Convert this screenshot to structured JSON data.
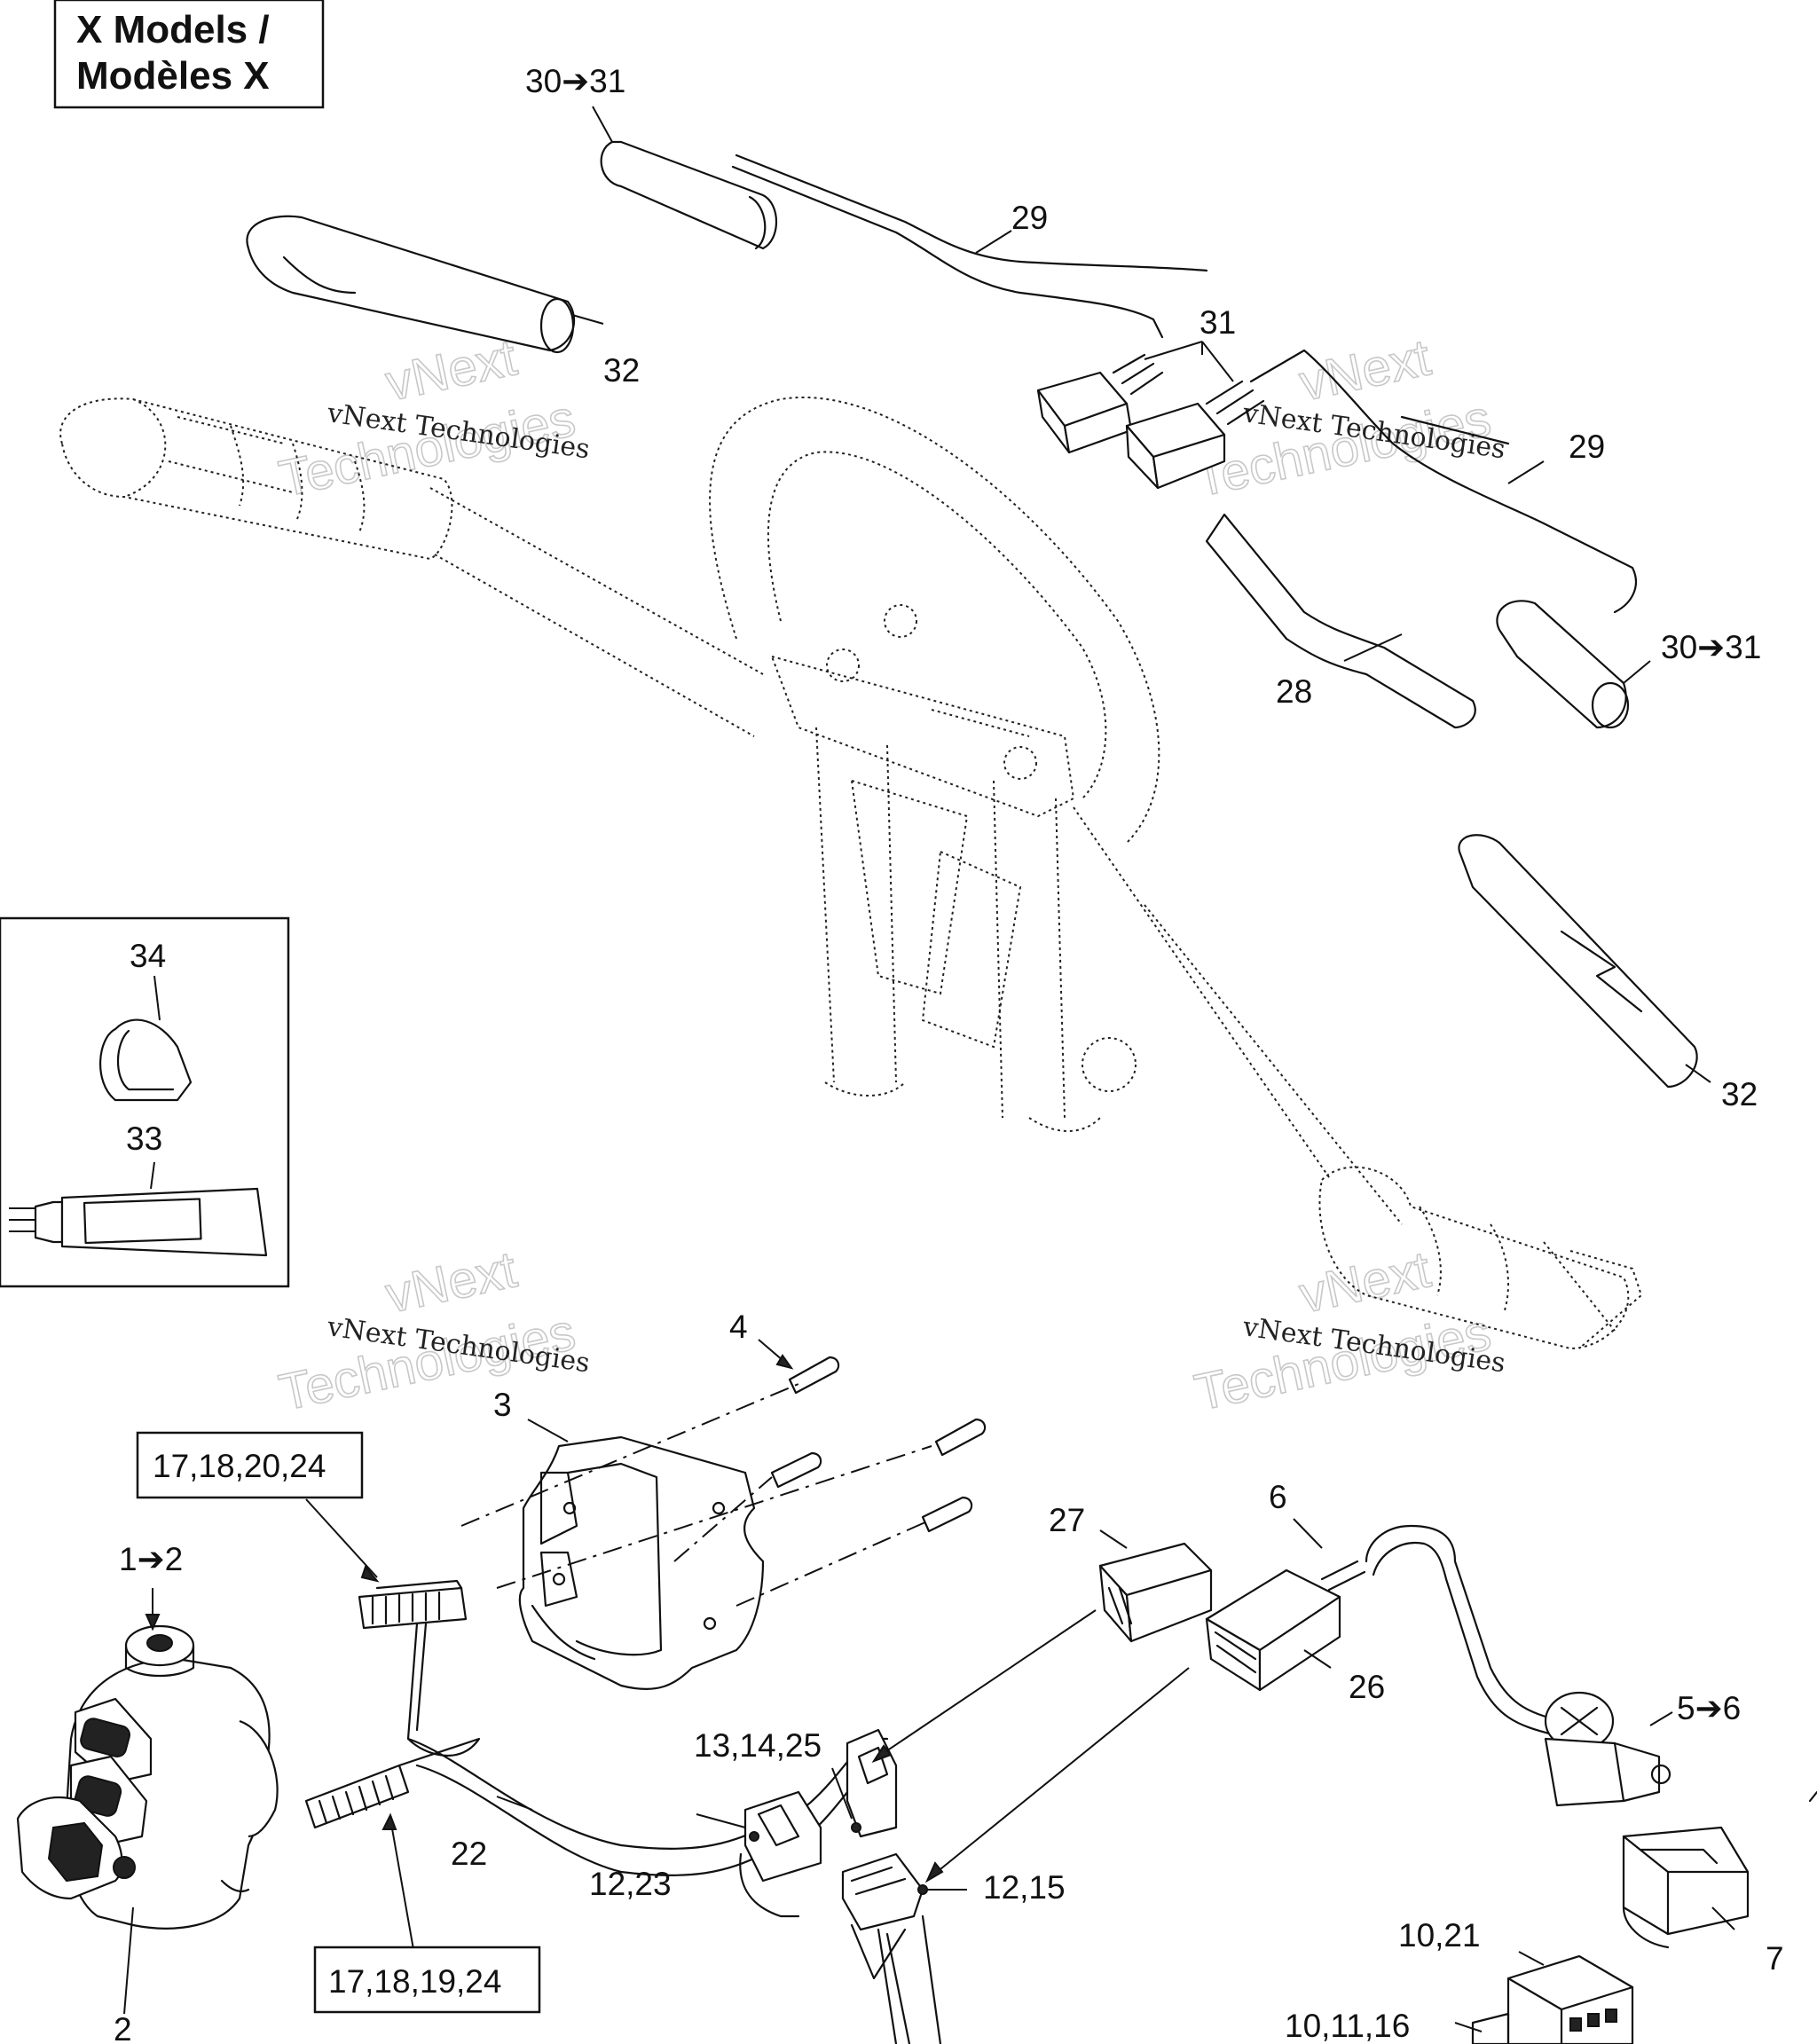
{
  "title": {
    "line1": "X Models /",
    "line2": "Modèles X"
  },
  "watermarks": [
    {
      "line1": "vNext Technologies",
      "line2": "vNext",
      "line3": "Technologies"
    },
    {
      "line1": "vNext Technologies",
      "line2": "vNext",
      "line3": "Technologies"
    },
    {
      "line1": "vNext Technologies",
      "line2": "vNext",
      "line3": "Technologies"
    },
    {
      "line1": "vNext Technologies",
      "line2": "vNext",
      "line3": "Technologies"
    }
  ],
  "callouts": {
    "c30_31_top": "30➔31",
    "c29_top": "29",
    "c32_top": "32",
    "c31": "31",
    "c29_right": "29",
    "c30_31_right": "30➔31",
    "c28": "28",
    "c32_right": "32",
    "c34": "34",
    "c33": "33",
    "c4": "4",
    "c3": "3",
    "c17_18_20_24": "17,18,20,24",
    "c1_2": "1➔2",
    "c27": "27",
    "c6": "6",
    "c26": "26",
    "c5_6": "5➔6",
    "c13_14_25": "13,14,25",
    "c22": "22",
    "c12_23": "12,23",
    "c12_15": "12,15",
    "c10_21": "10,21",
    "c7": "7",
    "c2": "2",
    "c17_18_19_24": "17,18,19,24",
    "c10_11_16": "10,11,16"
  }
}
